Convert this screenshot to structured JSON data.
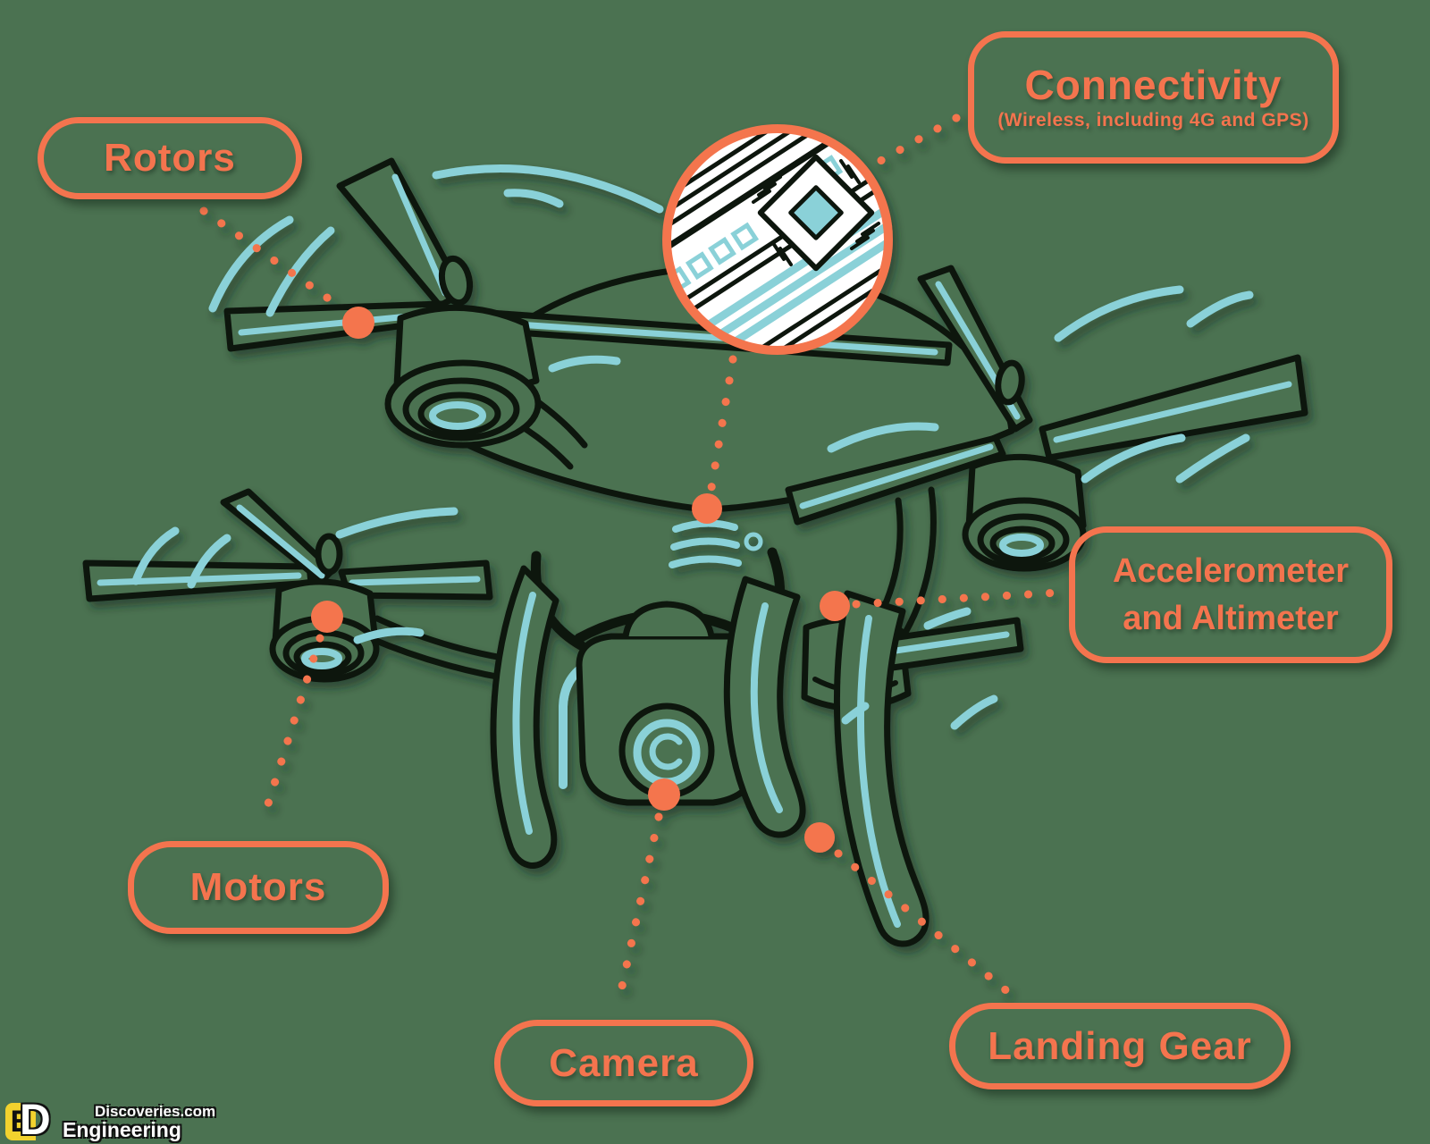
{
  "colors": {
    "background": "#4b7251",
    "accent": "#f4744e",
    "teal": "#8ad1d8",
    "ink": "#101510",
    "paper": "#ffffff",
    "logo-yellow": "#f2d22e"
  },
  "labels": {
    "rotors": "Rotors",
    "connectivity_title": "Connectivity",
    "connectivity_subtitle": "(Wireless, including 4G and GPS)",
    "accelerometer_line1": "Accelerometer",
    "accelerometer_line2": "and Altimeter",
    "motors": "Motors",
    "camera": "Camera",
    "landing_gear": "Landing Gear"
  },
  "watermark": {
    "monogram_e": "E",
    "monogram_d": "D",
    "brand_top": "Discoveries.com",
    "brand_bottom": "Engineering"
  }
}
